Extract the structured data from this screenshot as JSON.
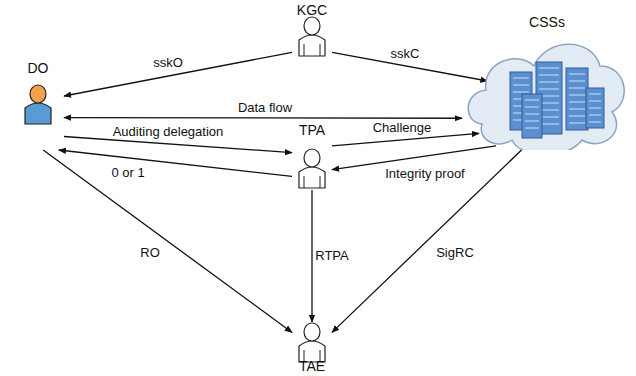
{
  "diagram": {
    "nodes": [
      {
        "text": [
          "KGC"
        ]
      },
      {
        "text": [
          "DO"
        ]
      },
      {
        "text": [
          "CSSs"
        ]
      },
      {
        "text": [
          "TPA"
        ]
      },
      {
        "text": [
          "TAE"
        ]
      }
    ],
    "edges": [
      {
        "from": 0,
        "to": 1,
        "label": "sskO",
        "arrow": "to"
      },
      {
        "from": 0,
        "to": 2,
        "label": "sskC",
        "arrow": "to"
      },
      {
        "from": 1,
        "to": 2,
        "label": "Data flow",
        "arrow": "both"
      },
      {
        "from": 1,
        "to": 3,
        "label": "Auditing delegation",
        "arrow": "to"
      },
      {
        "from": 3,
        "to": 1,
        "label": "0 or 1",
        "arrow": "to"
      },
      {
        "from": 3,
        "to": 2,
        "label": "Challenge",
        "arrow": "to"
      },
      {
        "from": 2,
        "to": 3,
        "label": "Integrity proof",
        "arrow": "to"
      },
      {
        "from": 1,
        "to": 4,
        "label": "RO",
        "arrow": "to"
      },
      {
        "from": 3,
        "to": 4,
        "label": "RTPA",
        "arrow": "to"
      },
      {
        "from": 2,
        "to": 4,
        "label": "SigRC",
        "arrow": "to"
      }
    ]
  }
}
